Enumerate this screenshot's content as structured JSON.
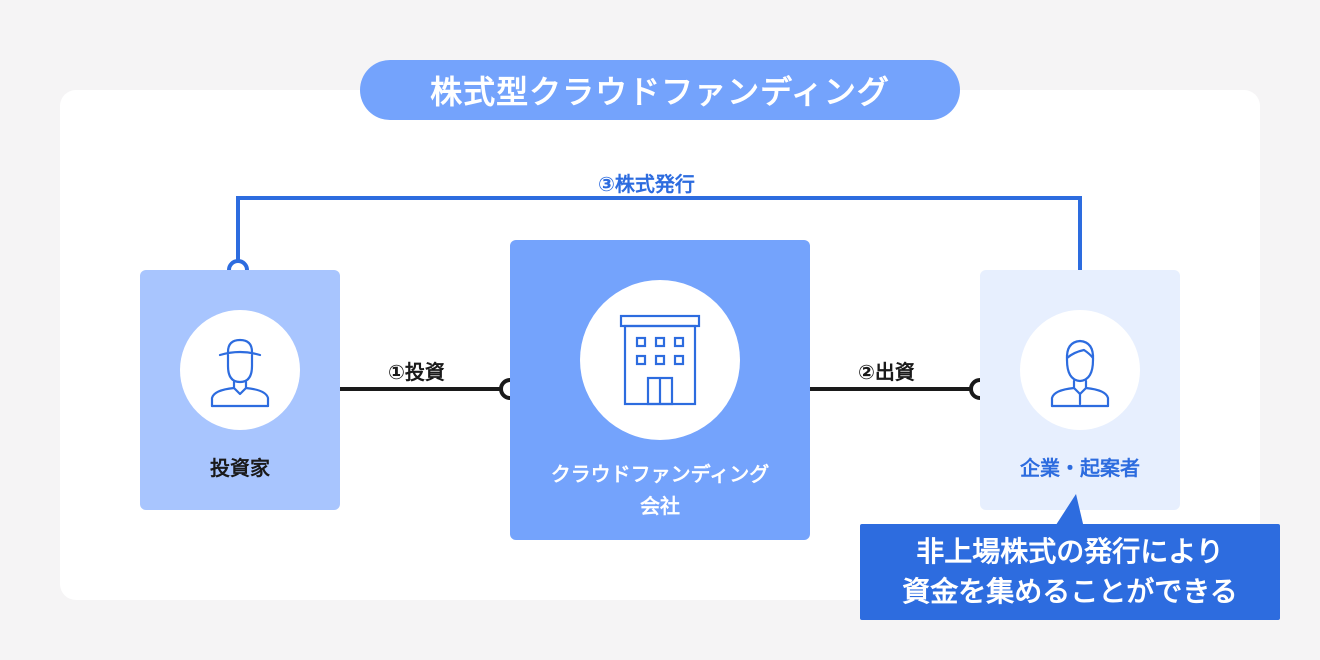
{
  "title": "株式型クラウドファンディング",
  "nodes": {
    "investor": {
      "label": "投資家",
      "icon": "investor-person-icon"
    },
    "platform": {
      "label": "クラウドファンディング\n会社",
      "icon": "office-building-icon"
    },
    "company": {
      "label": "企業・起案者",
      "icon": "businessperson-icon"
    }
  },
  "edges": {
    "invest": "①投資",
    "fund": "②出資",
    "issue": "③株式発行"
  },
  "callout": {
    "text": "非上場株式の発行により\n資金を集めることができる"
  },
  "colors": {
    "accent": "#2d6cdf",
    "title_bg": "#74a3fc",
    "investor_bg": "#a8c5fe",
    "platform_bg": "#74a3fc",
    "company_bg": "#e7effe",
    "line": "#1a1a1a"
  }
}
